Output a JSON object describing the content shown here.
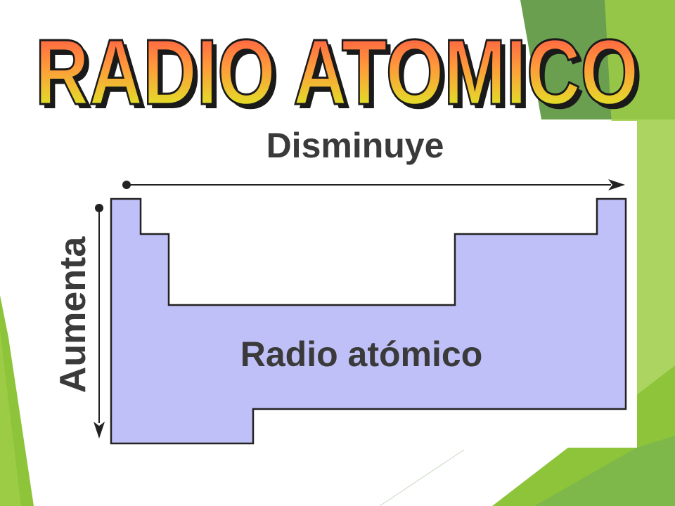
{
  "slide": {
    "title": "RADIO ATOMICO"
  },
  "diagram": {
    "horizontal_label": "Disminuye",
    "vertical_label": "Aumenta",
    "center_label": "Radio atómico"
  },
  "colors": {
    "table_fill": "#bfc0f7",
    "outline": "#222222",
    "label_text": "#3a3a3a",
    "title_gradient_top": "#ff4848",
    "title_gradient_mid": "#ff9a3a",
    "title_gradient_bottom": "#d4ff20",
    "title_shadow": "#1a1a1a",
    "green_dark": "#6a9f50",
    "green_mid": "#7fb84a",
    "green_light": "#9ccc45",
    "green_bright": "#8dc43a"
  }
}
